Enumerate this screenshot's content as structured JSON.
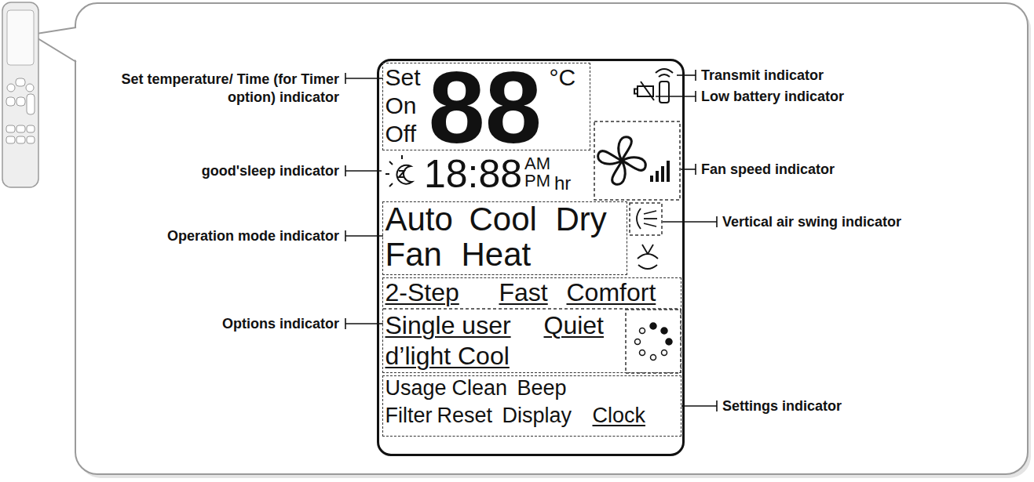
{
  "diagram": {
    "nodes": [
      {
        "text": [
          "18:88",
          "AM",
          "PM",
          "hr"
        ]
      },
      {
        "text": [
          "Set",
          "On",
          "Off",
          "88",
          "°C"
        ],
        "in": 0
      },
      {
        "text": [
          "Auto",
          "Cool",
          "Dry",
          "Fan",
          "Heat"
        ],
        "in": 0
      },
      {
        "text": [
          "2-Step",
          "Fast",
          "Comfort",
          "Single user",
          "Quiet",
          "d’light Cool"
        ],
        "in": 0
      },
      {
        "text": [
          "Usage",
          "Clean",
          "Beep",
          "Filter",
          "Reset",
          "Display",
          "Clock"
        ],
        "in": 0
      }
    ],
    "labels": [
      "Set temperature/ Time (for Timer option) indicator",
      "good'sleep indicator",
      "Operation mode indicator",
      "Options indicator",
      "Transmit indicator",
      "Low battery indicator",
      "Fan speed indicator",
      "Vertical air swing indicator",
      "Settings indicator"
    ]
  }
}
